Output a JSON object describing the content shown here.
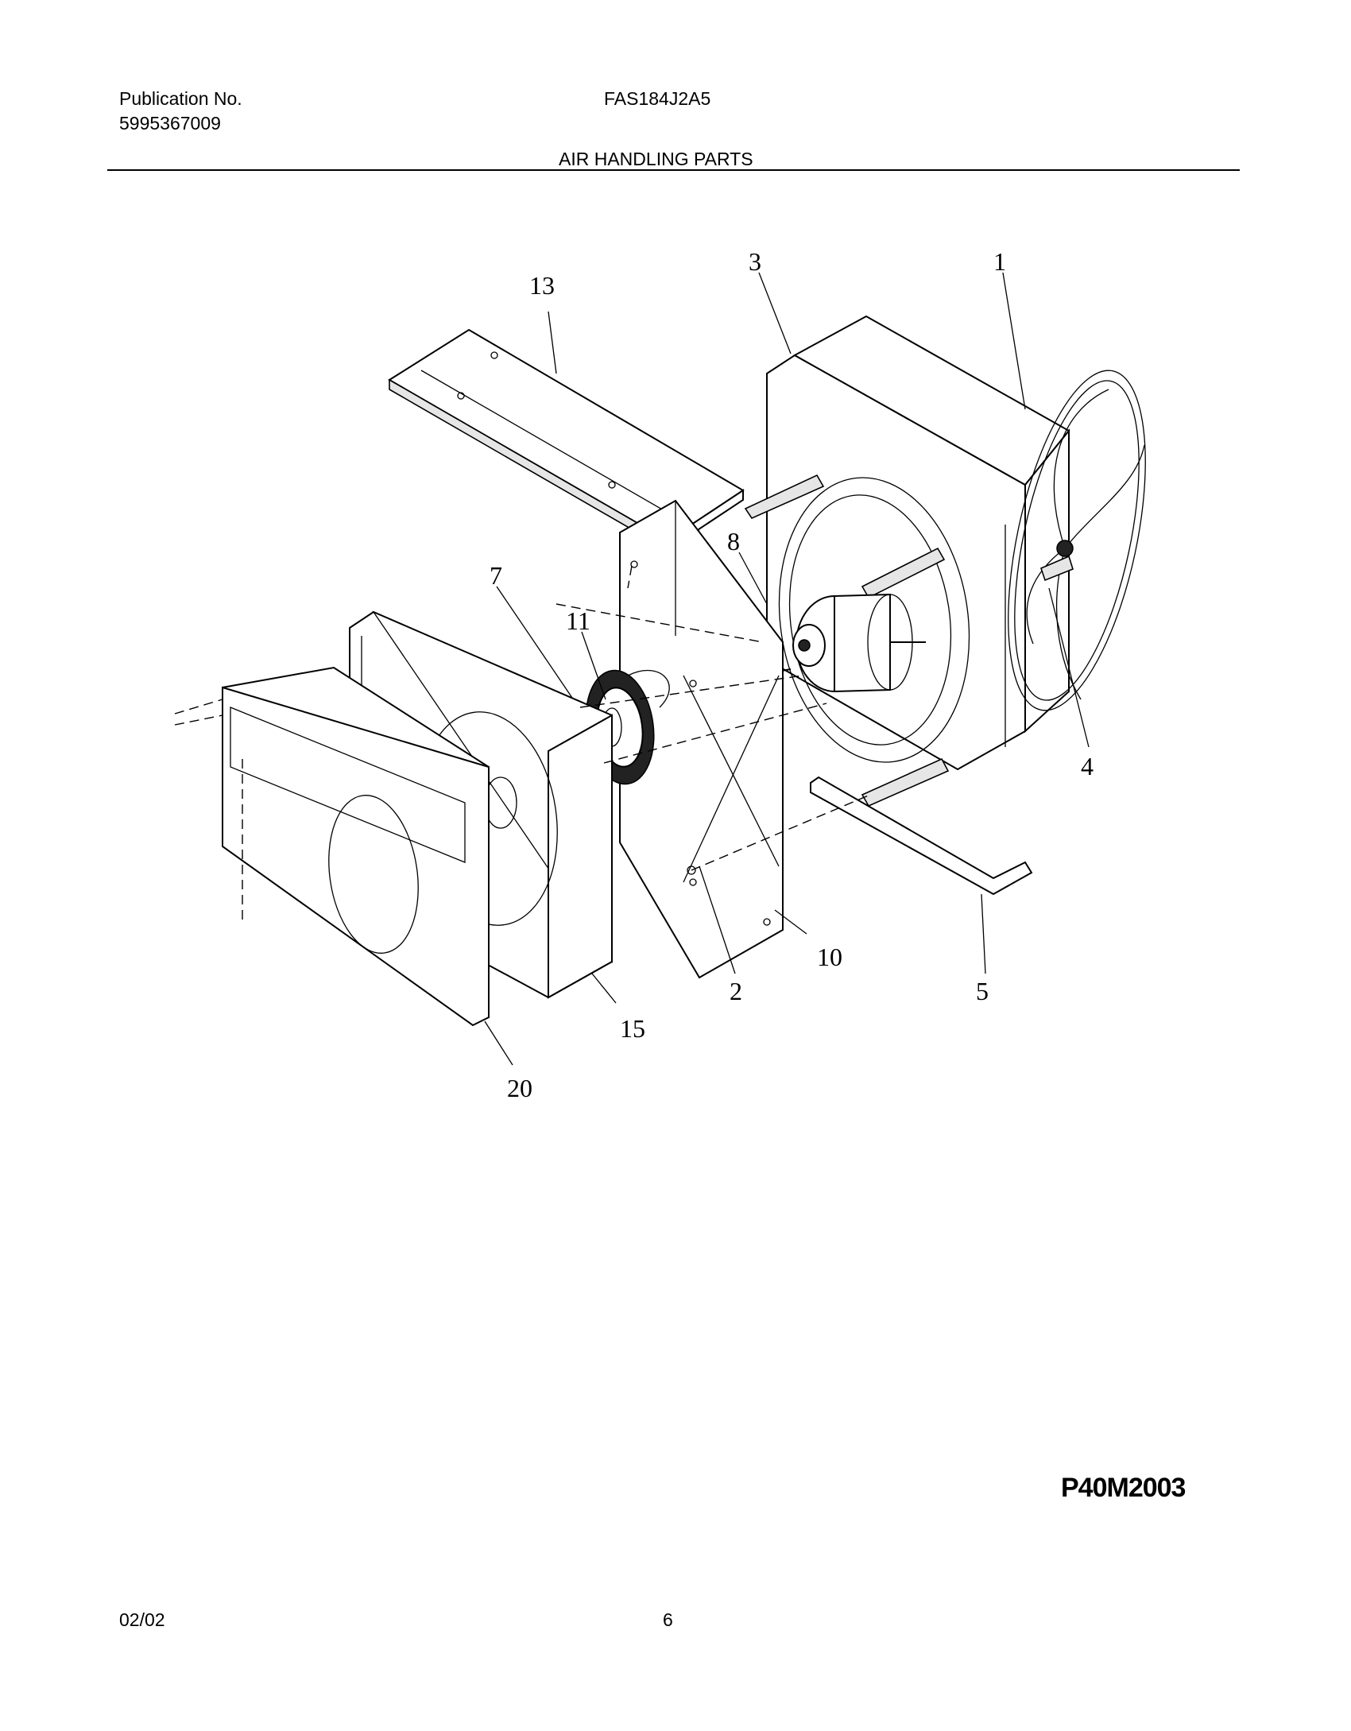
{
  "header": {
    "publication_label": "Publication No.",
    "publication_number": "5995367009",
    "model": "FAS184J2A5",
    "section_title": "AIR HANDLING PARTS"
  },
  "diagram": {
    "callouts": [
      "13",
      "3",
      "1",
      "8",
      "7",
      "11",
      "4",
      "10",
      "2",
      "5",
      "15",
      "20"
    ],
    "drawing_number": "P40M2003"
  },
  "footer": {
    "date": "02/02",
    "page": "6"
  }
}
